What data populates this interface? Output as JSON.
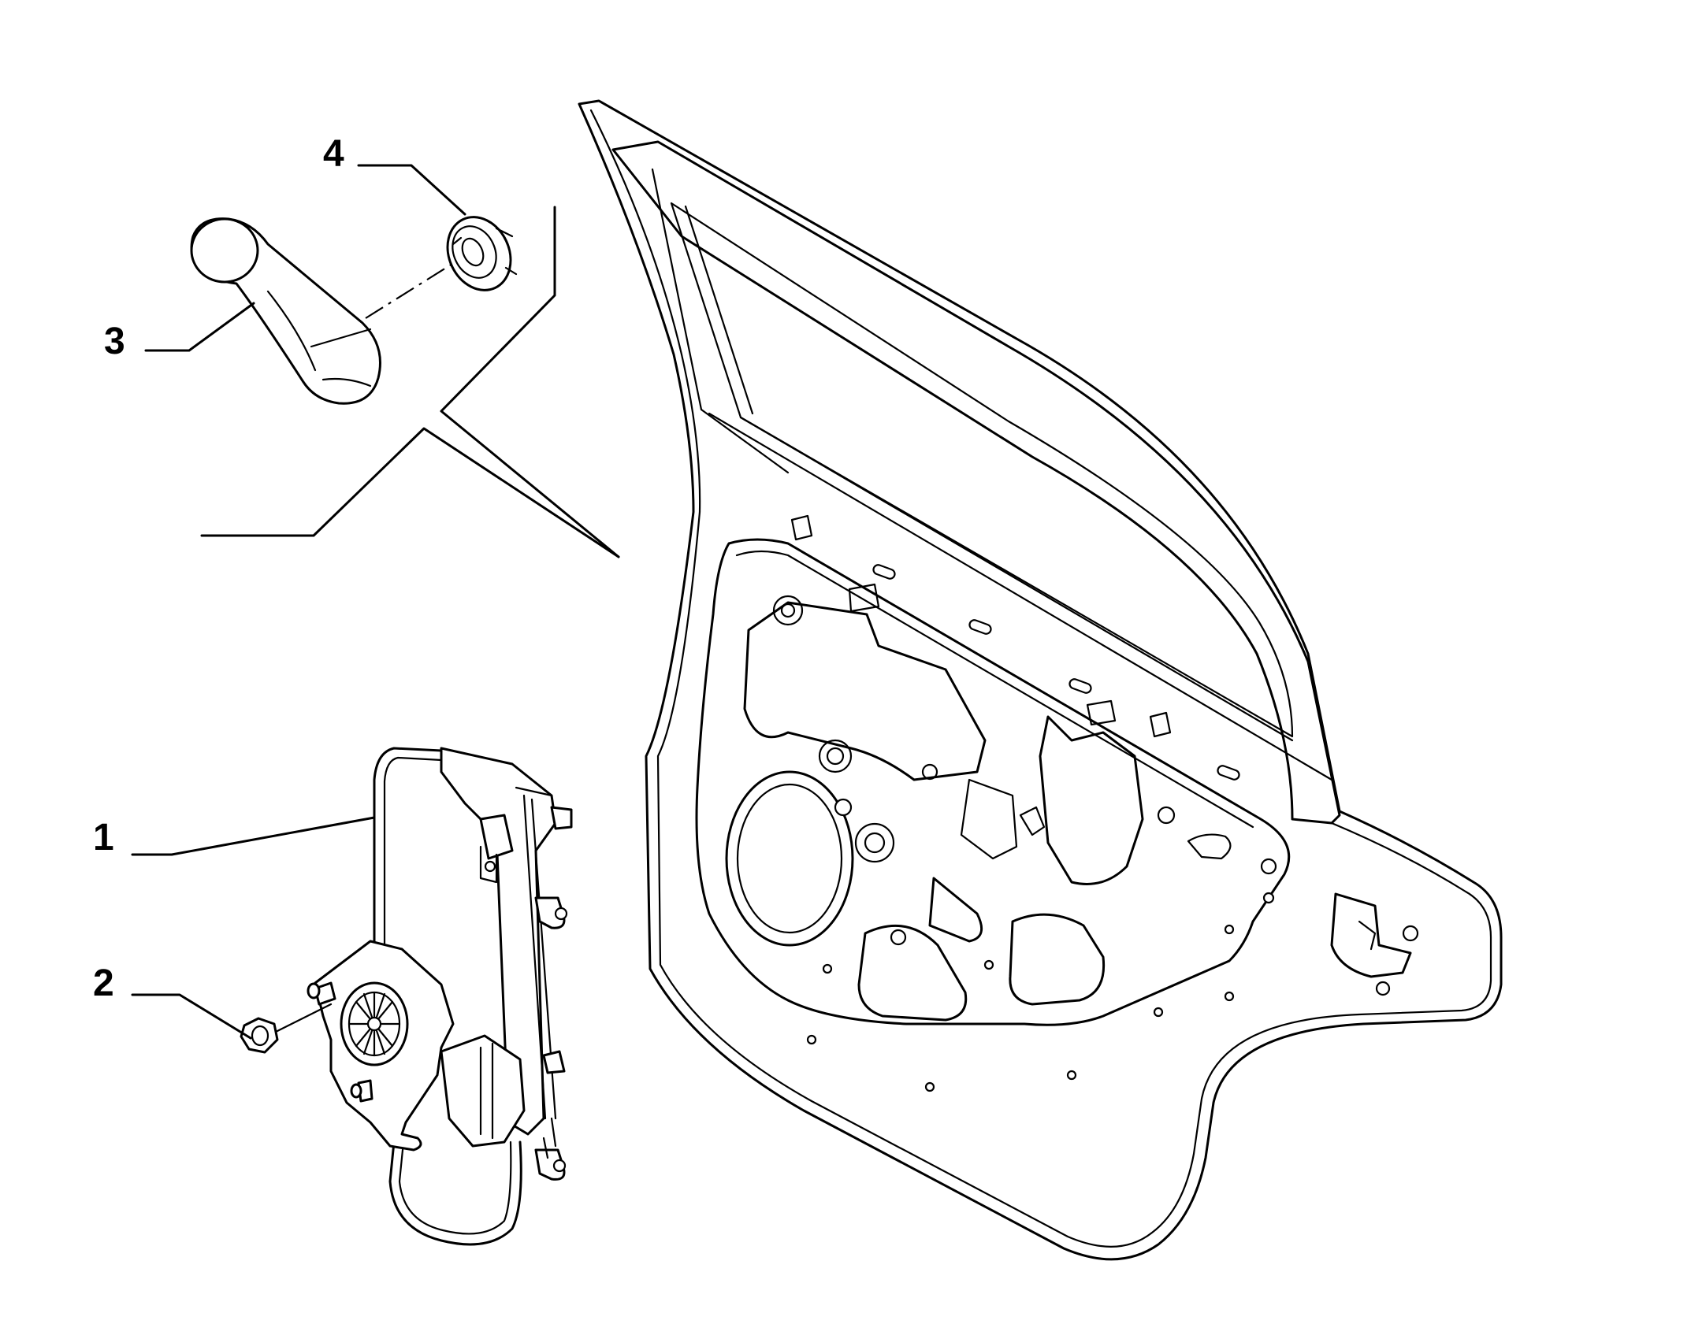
{
  "diagram": {
    "callouts": [
      {
        "id": "1",
        "label": "1"
      },
      {
        "id": "2",
        "label": "2"
      },
      {
        "id": "3",
        "label": "3"
      },
      {
        "id": "4",
        "label": "4"
      }
    ],
    "line_color": "#000000",
    "background": "#ffffff"
  }
}
